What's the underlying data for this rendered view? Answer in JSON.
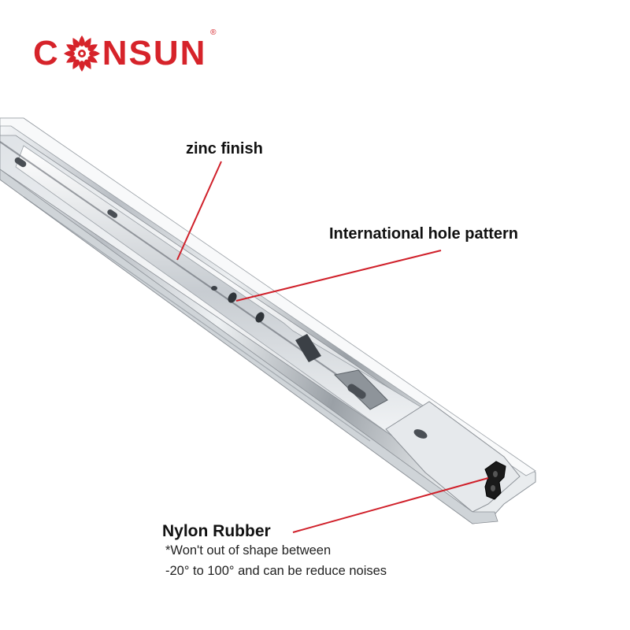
{
  "brand": {
    "name_prefix": "C",
    "name_suffix": "NSUN",
    "registered_mark": "®",
    "color": "#d6232a"
  },
  "callouts": {
    "zinc_finish": "zinc finish",
    "hole_pattern": "International hole pattern",
    "nylon_rubber": "Nylon Rubber"
  },
  "note": {
    "line1": "*Won't out of shape between",
    "line2": "-20° to 100° and can be reduce noises"
  },
  "colors": {
    "leader_line": "#d0202a",
    "background": "#ffffff"
  }
}
